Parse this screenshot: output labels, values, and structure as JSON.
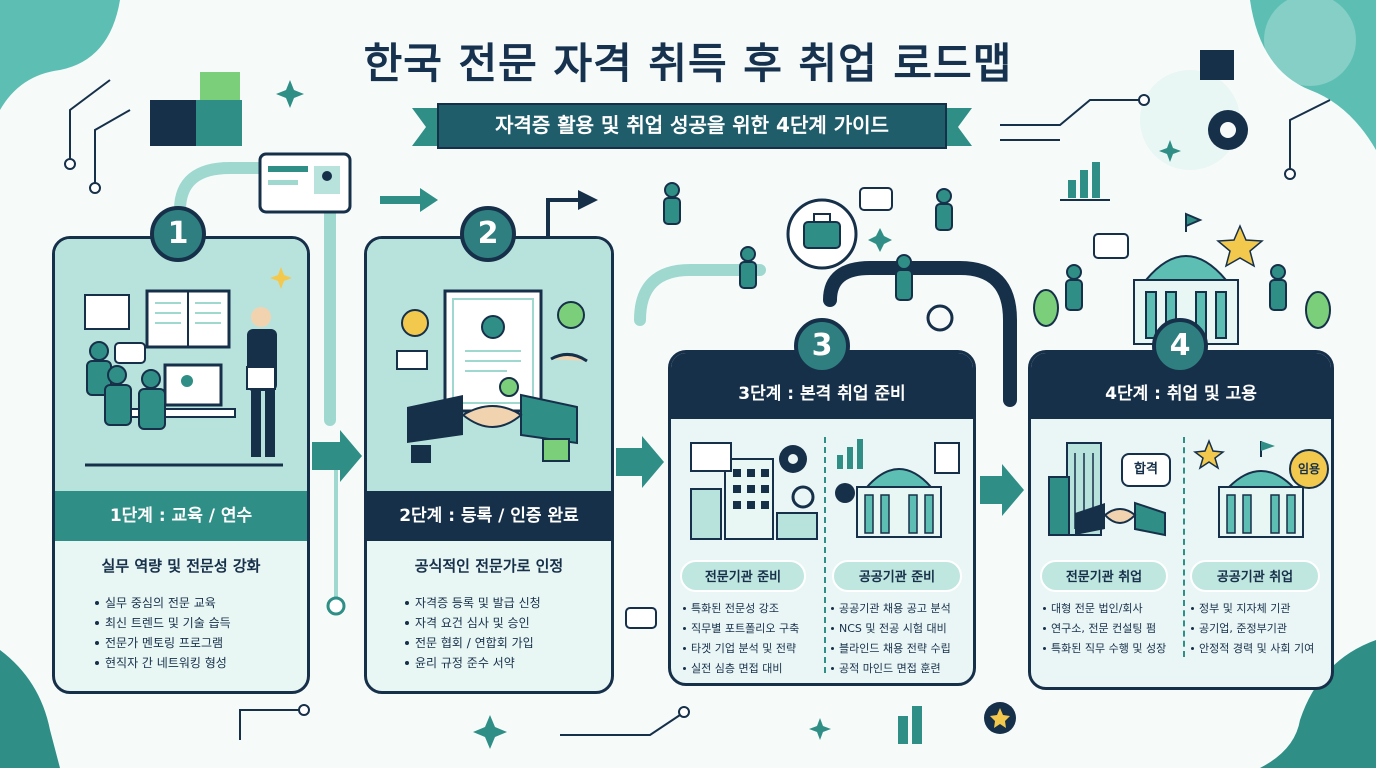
{
  "title": "한국 전문 자격 취득 후 취업 로드맵",
  "subtitle": "자격증 활용 및 취업 성공을 위한 4단계 가이드",
  "colors": {
    "navy": "#17304a",
    "teal": "#2f8f86",
    "mint": "#b8e3dd",
    "light": "#e8f6f4",
    "green": "#7ccf7a"
  },
  "steps": [
    {
      "number": "1",
      "stage": "1단계 : 교육 / 연수",
      "heading": "실무 역량 및 전문성 강화",
      "bullets": [
        "실무 중심의 전문 교육",
        "최신 트렌드 및 기술 습득",
        "전문가 멘토링 프로그램",
        "현직자 간 네트워킹 형성"
      ],
      "icon": "classroom-training-icon"
    },
    {
      "number": "2",
      "stage": "2단계 : 등록 / 인증 완료",
      "heading": "공식적인 전문가로 인정",
      "bullets": [
        "자격증 등록 및 발급 신청",
        "자격 요건 심사 및 승인",
        "전문 협회 / 연합회 가입",
        "윤리 규정 준수 서약"
      ],
      "icon": "certificate-handshake-icon"
    },
    {
      "number": "3",
      "stage": "3단계 : 본격 취업 준비",
      "columns": [
        {
          "label": "전문기관 준비",
          "bullets": [
            "특화된 전문성 강조",
            "직무별 포트폴리오 구축",
            "타겟 기업 분석 및 전략",
            "실전 심층 면접 대비"
          ],
          "icon": "office-building-gear-icon"
        },
        {
          "label": "공공기관 준비",
          "bullets": [
            "공공기관 채용 공고 분석",
            "NCS 및 전공 시험 대비",
            "블라인드 채용 전략 수립",
            "공적 마인드 면접 훈련"
          ],
          "icon": "government-building-chart-icon"
        }
      ]
    },
    {
      "number": "4",
      "stage": "4단계 : 취업 및 고용",
      "columns": [
        {
          "label": "전문기관 취업",
          "bullets": [
            "대형 전문 법인/회사",
            "연구소, 전문 컨설팅 펌",
            "특화된 직무 수행 및 성장"
          ],
          "badge": "합격",
          "icon": "skyscraper-handshake-icon"
        },
        {
          "label": "공공기관 취업",
          "bullets": [
            "정부 및 지자체 기관",
            "공기업, 준정부기관",
            "안정적 경력 및 사회 기여"
          ],
          "badge": "임용",
          "icon": "government-building-star-icon"
        }
      ]
    }
  ]
}
